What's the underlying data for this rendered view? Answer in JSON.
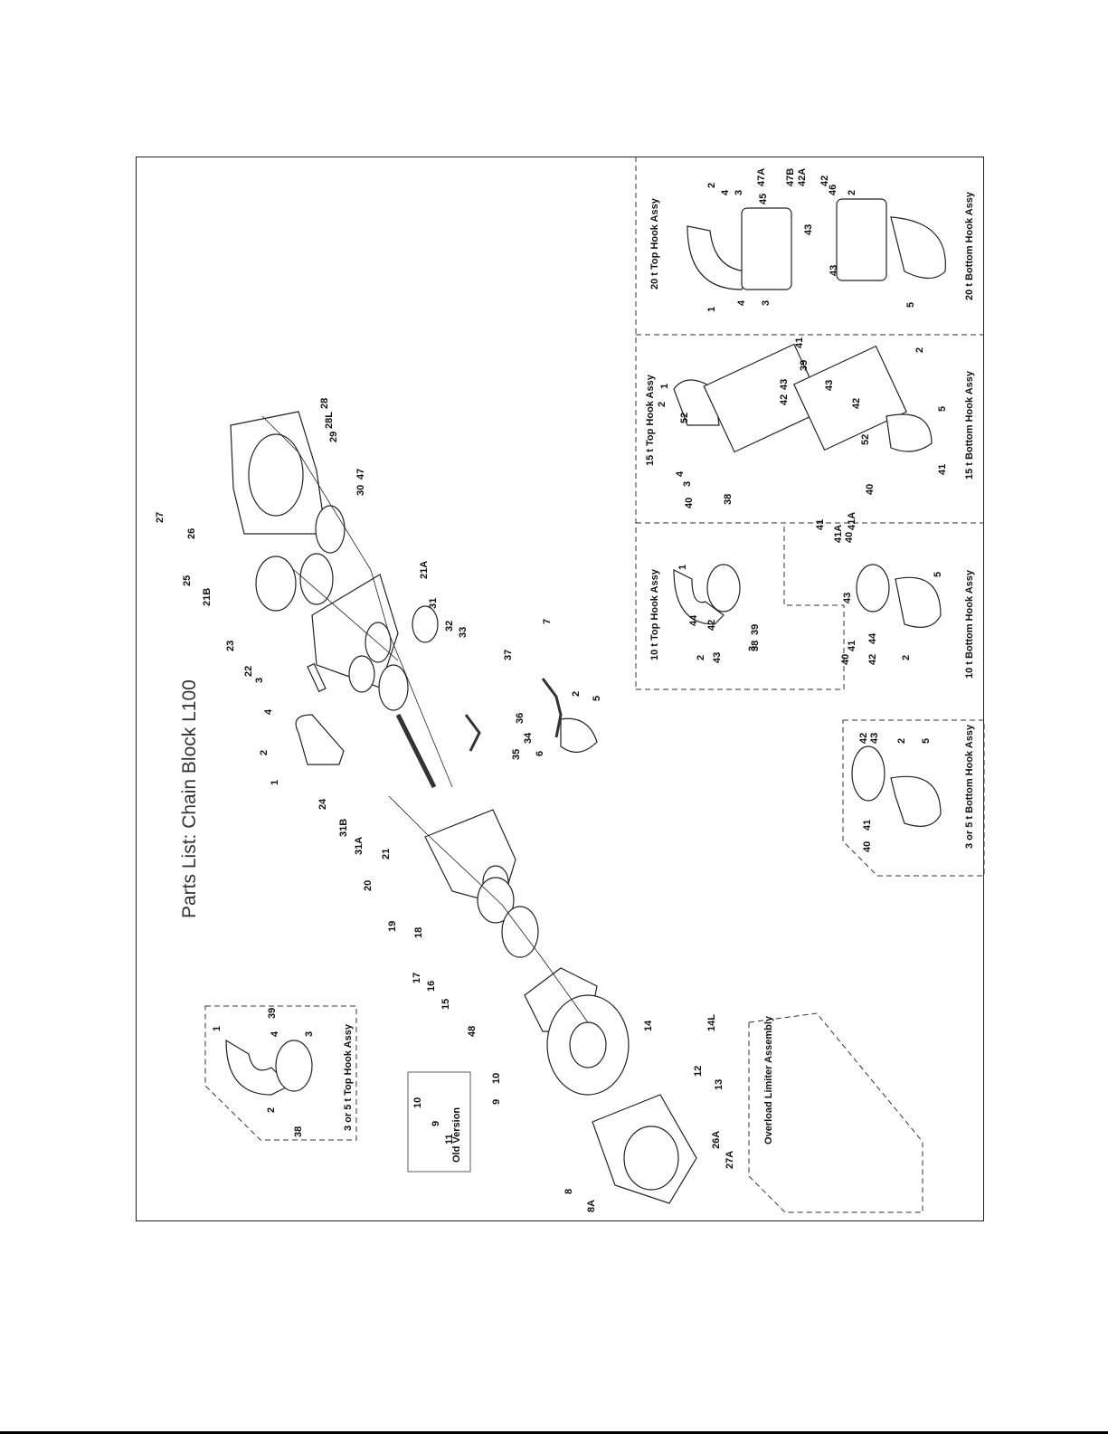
{
  "title": "Parts List: Chain Block L100",
  "insets": {
    "top_hook_3_5": "3 or 5 t Top Hook Assy",
    "old_version": "Old Version",
    "overload": "Overload Limiter Assembly",
    "bottom_hook_3_5": "3 or 5 t Bottom Hook Assy",
    "top_hook_10": "10 t Top Hook Assy",
    "bottom_hook_10": "10 t Bottom Hook Assy",
    "top_hook_15": "15 t Top Hook Assy",
    "bottom_hook_15": "15 t Bottom Hook Assy",
    "top_hook_20": "20 t Top Hook Assy",
    "bottom_hook_20": "20 t Bottom Hook Assy"
  },
  "callouts": {
    "main": [
      "27",
      "26",
      "28",
      "28L",
      "29",
      "25",
      "21B",
      "47",
      "30",
      "23",
      "22",
      "21A",
      "31",
      "32",
      "33",
      "3",
      "4",
      "2",
      "1",
      "24",
      "31B",
      "31A",
      "21",
      "20",
      "19",
      "18",
      "17",
      "16",
      "15",
      "48",
      "14",
      "14L",
      "10",
      "9",
      "12",
      "13",
      "8",
      "8A",
      "26A",
      "27A",
      "37",
      "7",
      "2",
      "5",
      "36",
      "34",
      "35",
      "6"
    ],
    "top_hook_3_5": [
      "1",
      "39",
      "4",
      "3",
      "2",
      "38"
    ],
    "old_version": [
      "10",
      "9",
      "11"
    ],
    "bottom_hook_3_5": [
      "42",
      "43",
      "2",
      "5",
      "41",
      "40"
    ],
    "hook_10": [
      "1",
      "44",
      "42",
      "3",
      "2",
      "43",
      "39",
      "38",
      "41",
      "41A",
      "40",
      "41",
      "41A",
      "40",
      "43",
      "42",
      "44",
      "2",
      "5"
    ],
    "hook_15": [
      "1",
      "2",
      "4",
      "3",
      "40",
      "38",
      "52",
      "43",
      "42",
      "39",
      "41",
      "43",
      "42",
      "52",
      "40",
      "2",
      "5",
      "41"
    ],
    "hook_20": [
      "2",
      "4",
      "3",
      "47A",
      "45",
      "47B",
      "42A",
      "43",
      "42",
      "46",
      "2",
      "1",
      "4",
      "3",
      "43",
      "5"
    ]
  }
}
